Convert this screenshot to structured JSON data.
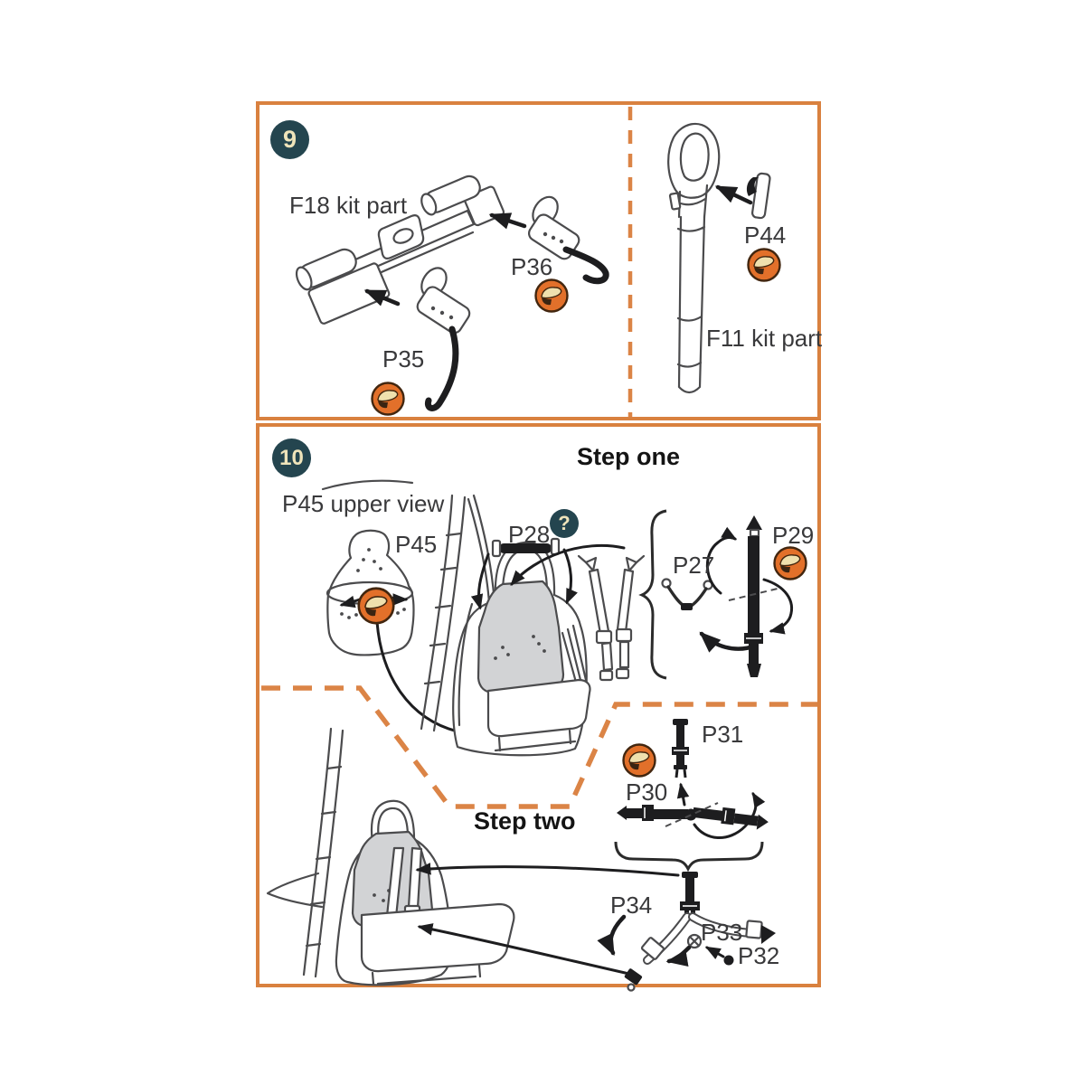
{
  "colors": {
    "panel_border": "#D9813F",
    "divider_dash": "#DB8446",
    "step_badge_bg": "#24454F",
    "step_badge_text": "#EFE4BA",
    "resin_icon_orange": "#E2702A",
    "resin_icon_cream": "#EFE0AE",
    "resin_icon_dark": "#3A2412",
    "strap_black": "#1D1D1F",
    "pad_gray": "#D2D3D5",
    "line_art_gray": "#4B4B4D"
  },
  "step9": {
    "badge": "9",
    "left_section": {
      "kit_part_label": "F18 kit part",
      "parts": {
        "p35": "P35",
        "p36": "P36"
      }
    },
    "right_section": {
      "kit_part_label": "F11 kit part",
      "parts": {
        "p44": "P44"
      }
    }
  },
  "step10": {
    "badge": "10",
    "step_one": {
      "title": "Step one",
      "upper_view_label": "P45 upper view",
      "question_badge": "?",
      "parts": {
        "p45": "P45",
        "p28": "P28",
        "p27": "P27",
        "p29": "P29"
      }
    },
    "step_two": {
      "title": "Step two",
      "parts": {
        "p31": "P31",
        "p30": "P30",
        "p34": "P34",
        "p33": "P33",
        "p32": "P32"
      }
    }
  },
  "icons": {
    "resin_part_icon": "resin-part",
    "question_icon": "question-mark"
  }
}
